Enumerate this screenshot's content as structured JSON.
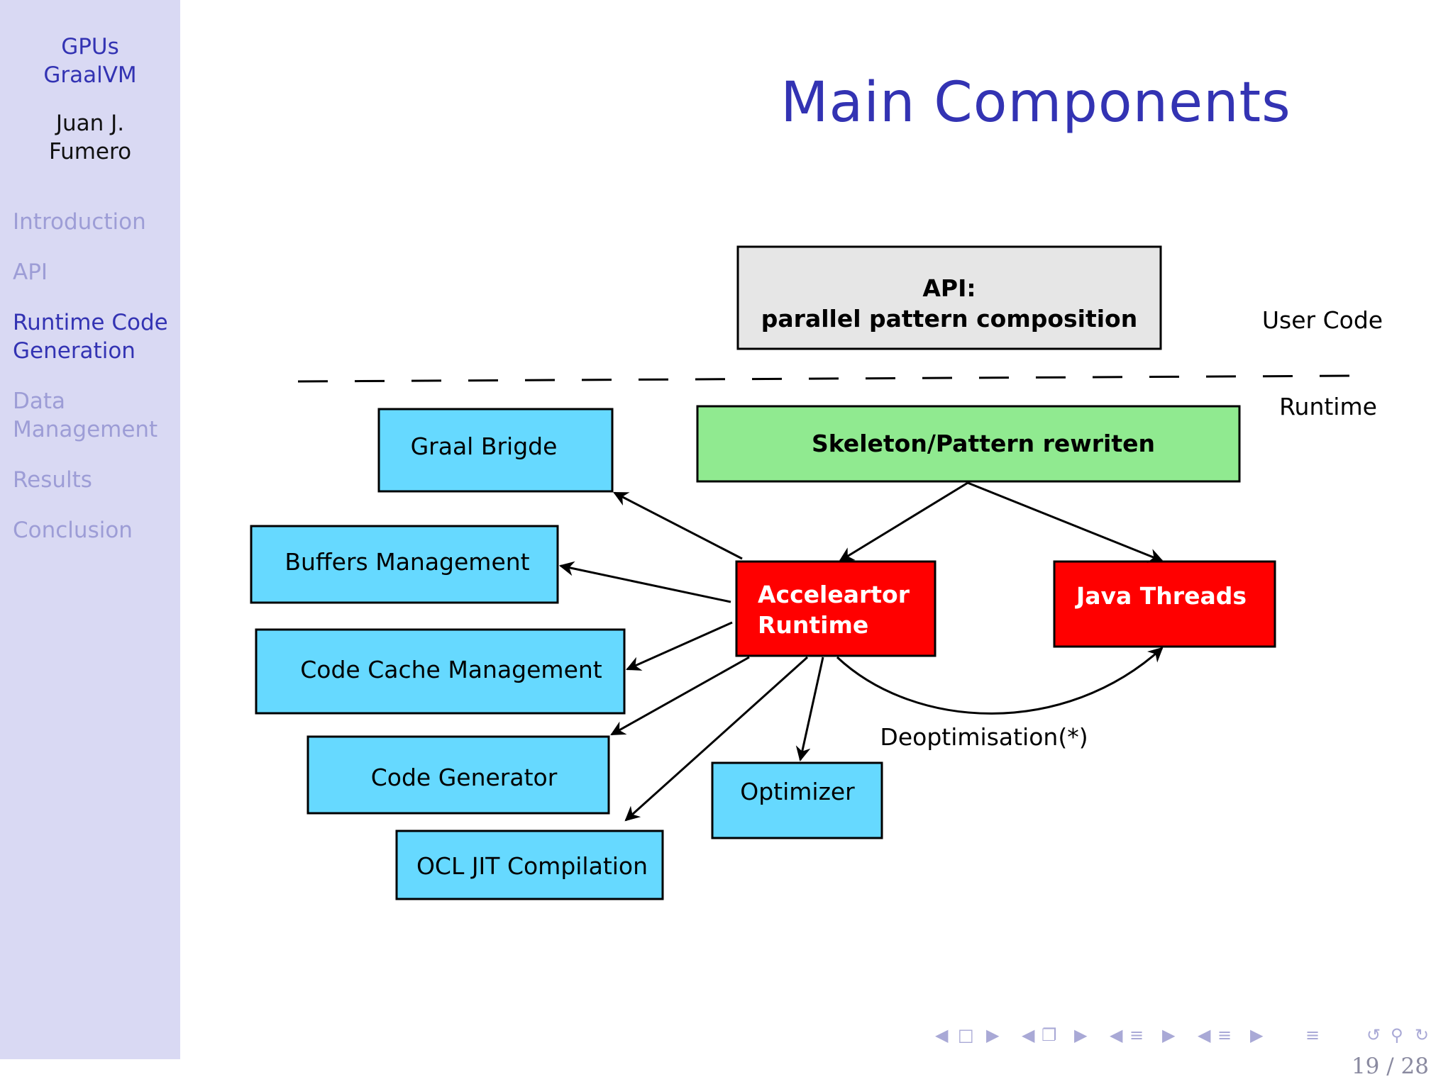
{
  "sidebar": {
    "title_lines": [
      "GPUs",
      "GraalVM"
    ],
    "author_lines": [
      "Juan J.",
      "Fumero"
    ],
    "sections": [
      {
        "label": "Introduction",
        "active": false
      },
      {
        "label": "API",
        "active": false
      },
      {
        "label_lines": [
          "Runtime Code",
          "Generation"
        ],
        "active": true
      },
      {
        "label_lines": [
          "Data",
          "Management"
        ],
        "active": false
      },
      {
        "label": "Results",
        "active": false
      },
      {
        "label": "Conclusion",
        "active": false
      }
    ]
  },
  "slide": {
    "title": "Main Components"
  },
  "diagram": {
    "api_box": {
      "line1": "API:",
      "line2": "parallel pattern composition"
    },
    "user_code_label": "User Code",
    "runtime_label": "Runtime",
    "skeleton_box": "Skeleton/Pattern rewriten",
    "accelerator_box": {
      "line1": "Acceleartor",
      "line2": "Runtime"
    },
    "java_threads_box": "Java Threads",
    "graal_bridge_box": "Graal Brigde",
    "buffers_box": "Buffers Management",
    "code_cache_box": "Code Cache Management",
    "code_generator_box": "Code Generator",
    "ocl_jit_box": "OCL JIT Compilation",
    "optimizer_box": "Optimizer",
    "deopt_label": "Deoptimisation(*)",
    "colors": {
      "api_fill": "#e6e6e6",
      "skeleton_fill": "#90ea90",
      "red_fill": "#ff0000",
      "blue_fill": "#66d9ff"
    }
  },
  "footer": {
    "page_number": "19 / 28"
  },
  "nav_icons": [
    "arrow-left-icon",
    "frame-icon",
    "arrow-right-icon",
    "arrow-left-icon",
    "subsection-icon",
    "arrow-right-icon",
    "arrow-left-icon",
    "section-icon",
    "arrow-right-icon",
    "arrow-left-icon",
    "subsection-list-icon",
    "arrow-right-icon",
    "outline-icon",
    "undo-icon",
    "search-icon",
    "redo-icon"
  ]
}
